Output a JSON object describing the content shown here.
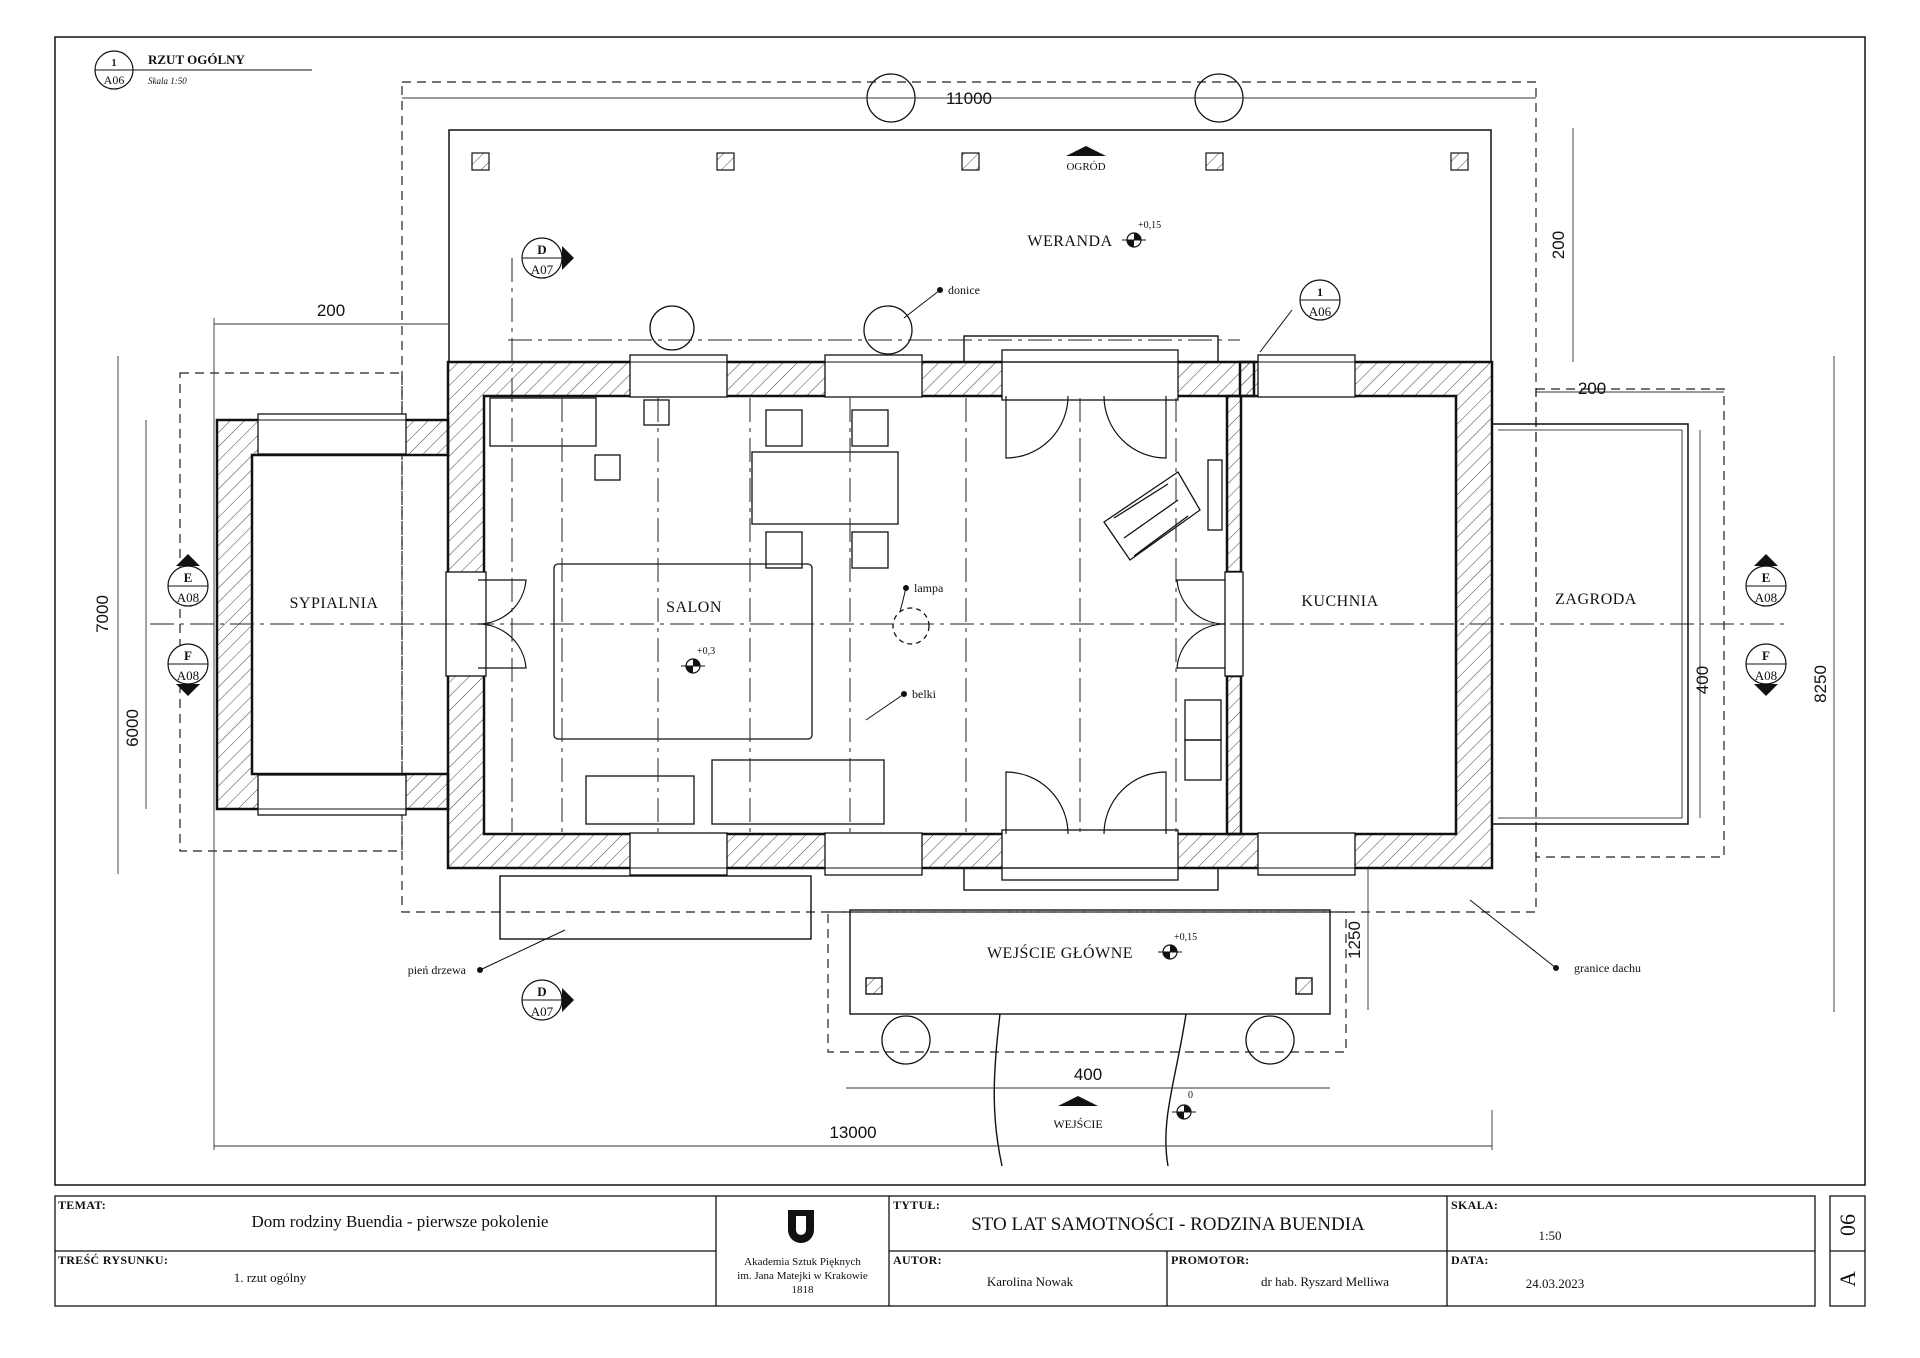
{
  "drawing": {
    "view_ref": {
      "number": "1",
      "sheet": "A06"
    },
    "view_title": "RZUT OGÓLNY",
    "scale_note": "Skala 1:50"
  },
  "rooms": {
    "bedroom": "SYPIALNIA",
    "living": "SALON",
    "kitchen": "KUCHNIA",
    "yard": "ZAGRODA",
    "veranda": "WERANDA",
    "entrance": "WEJŚCIE GŁÓWNE"
  },
  "labels": {
    "garden": "OGRÓD",
    "entry": "WEJŚCIE",
    "planters": "donice",
    "lamp": "lampa",
    "beams": "belki",
    "tree": "pień drzewa",
    "roof": "granice dachu"
  },
  "levels": {
    "veranda": "+0,15",
    "living": "+0,3",
    "entrance": "+0,15",
    "ground": "0"
  },
  "dimensions": {
    "top_width": "11000",
    "bedroom_depth": "200",
    "veranda_depth": "200",
    "yard_depth": "200",
    "left_outer": "7000",
    "left_inner": "6000",
    "right_outer": "8250",
    "yard_width": "400",
    "entrance_depth": "1250",
    "entrance_width": "400",
    "total_length": "13000"
  },
  "section_markers": {
    "d_letter": "D",
    "d_sheet": "A07",
    "e_letter": "E",
    "e_sheet": "A08",
    "f_letter": "F",
    "f_sheet": "A08",
    "detail_number": "1",
    "detail_sheet": "A06"
  },
  "title_block": {
    "topic_label": "TEMAT:",
    "topic": "Dom rodziny Buendia - pierwsze pokolenie",
    "content_label": "TREŚĆ RYSUNKU:",
    "content": "1. rzut ogólny",
    "academy": [
      "Akademia Sztuk Pięknych",
      "im. Jana Matejki w Krakowie",
      "1818"
    ],
    "title_label": "TYTUŁ:",
    "title": "STO LAT SAMOTNOŚCI - RODZINA BUENDIA",
    "author_label": "AUTOR:",
    "author": "Karolina Nowak",
    "promoter_label": "PROMOTOR:",
    "promoter": "dr hab. Ryszard Melliwa",
    "scale_label": "SKALA:",
    "scale": "1:50",
    "date_label": "DATA:",
    "date": "24.03.2023",
    "sheet_number": "06",
    "sheet_letter": "A"
  }
}
